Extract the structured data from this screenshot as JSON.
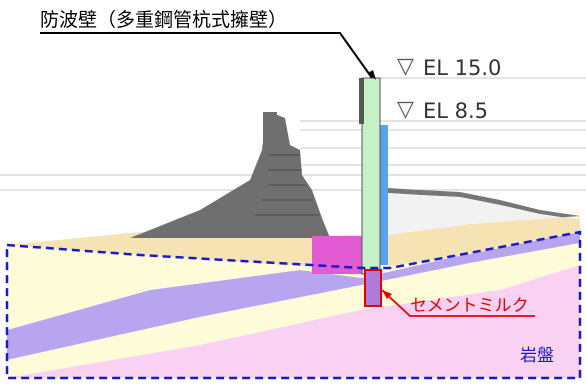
{
  "diagram": {
    "wall_title": "防波壁（多重鋼管杭式擁壁）",
    "el_high": "EL 15.0",
    "el_low": "EL 8.5",
    "cement_label": "セメントミルク",
    "bedrock_label": "岩盤",
    "el_marker_glyph": "▽"
  },
  "colors": {
    "wall_green": "#c6f0c6",
    "wall_blue": "#5aa2ea",
    "breakwater_gray": "#6f6f6f",
    "sand_layer": "#f6e3b4",
    "pale_yellow": "#fdfbd8",
    "purple_layer": "#b8a5f0",
    "bedrock_pink": "#f9d1f3",
    "magenta_block": "#e25bd2",
    "bedrock_border": "#1a1acb",
    "callout_red": "#e60000"
  }
}
